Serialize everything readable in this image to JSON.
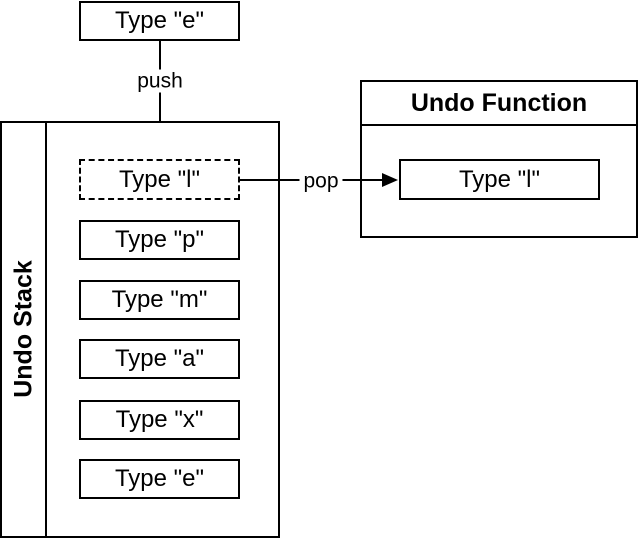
{
  "diagram": {
    "input_box": {
      "label": "Type \"e\""
    },
    "push_label": "push",
    "pop_label": "pop",
    "stack": {
      "title": "Undo Stack",
      "items": [
        {
          "label": "Type \"l\"",
          "style": "dashed"
        },
        {
          "label": "Type \"p\"",
          "style": "solid"
        },
        {
          "label": "Type \"m\"",
          "style": "solid"
        },
        {
          "label": "Type \"a\"",
          "style": "solid"
        },
        {
          "label": "Type \"x\"",
          "style": "solid"
        },
        {
          "label": "Type \"e\"",
          "style": "solid"
        }
      ]
    },
    "undo_function": {
      "title": "Undo Function",
      "item": {
        "label": "Type \"l\""
      }
    },
    "colors": {
      "line": "#000000",
      "background": "#ffffff",
      "box_fill": "#ffffff"
    }
  }
}
